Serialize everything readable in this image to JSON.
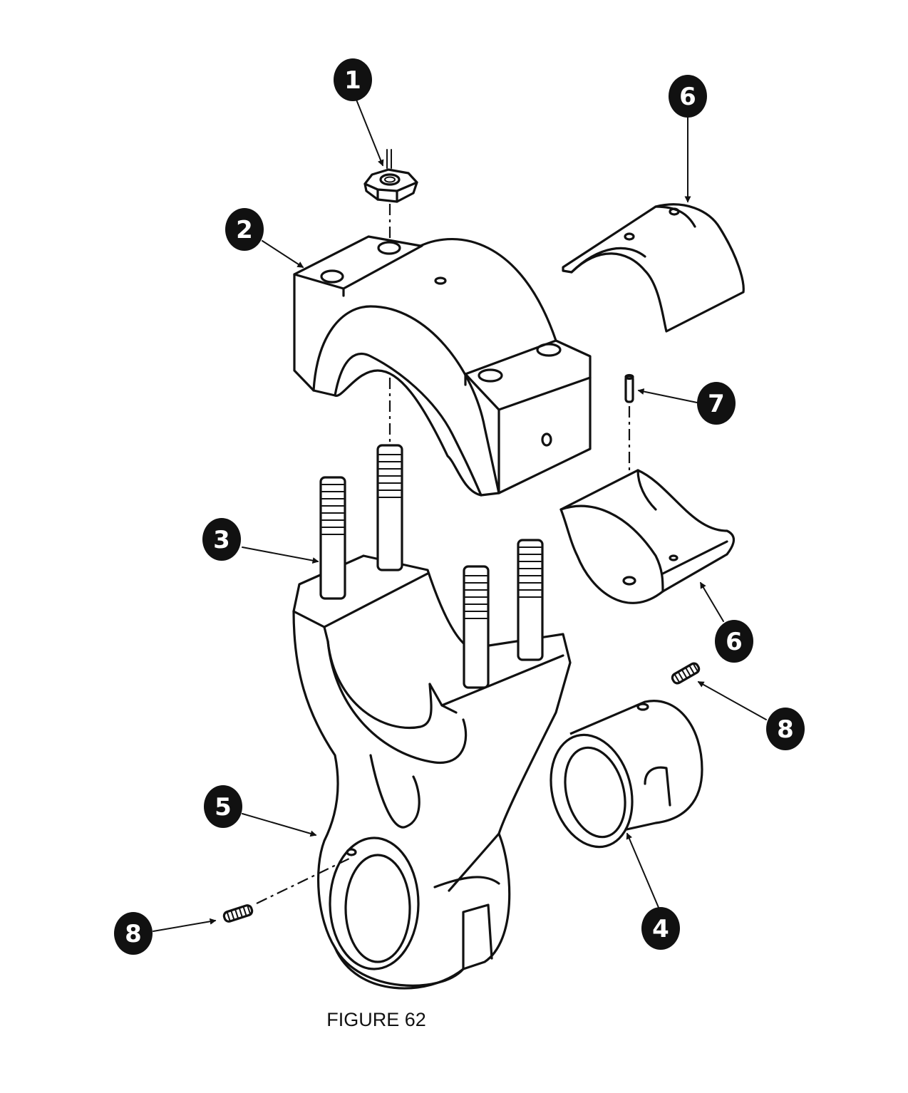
{
  "figure": {
    "caption": "FIGURE 62",
    "callouts": [
      {
        "label": "1"
      },
      {
        "label": "2"
      },
      {
        "label": "6"
      },
      {
        "label": "7"
      },
      {
        "label": "3"
      },
      {
        "label": "6"
      },
      {
        "label": "8"
      },
      {
        "label": "5"
      },
      {
        "label": "4"
      },
      {
        "label": "8"
      }
    ]
  }
}
